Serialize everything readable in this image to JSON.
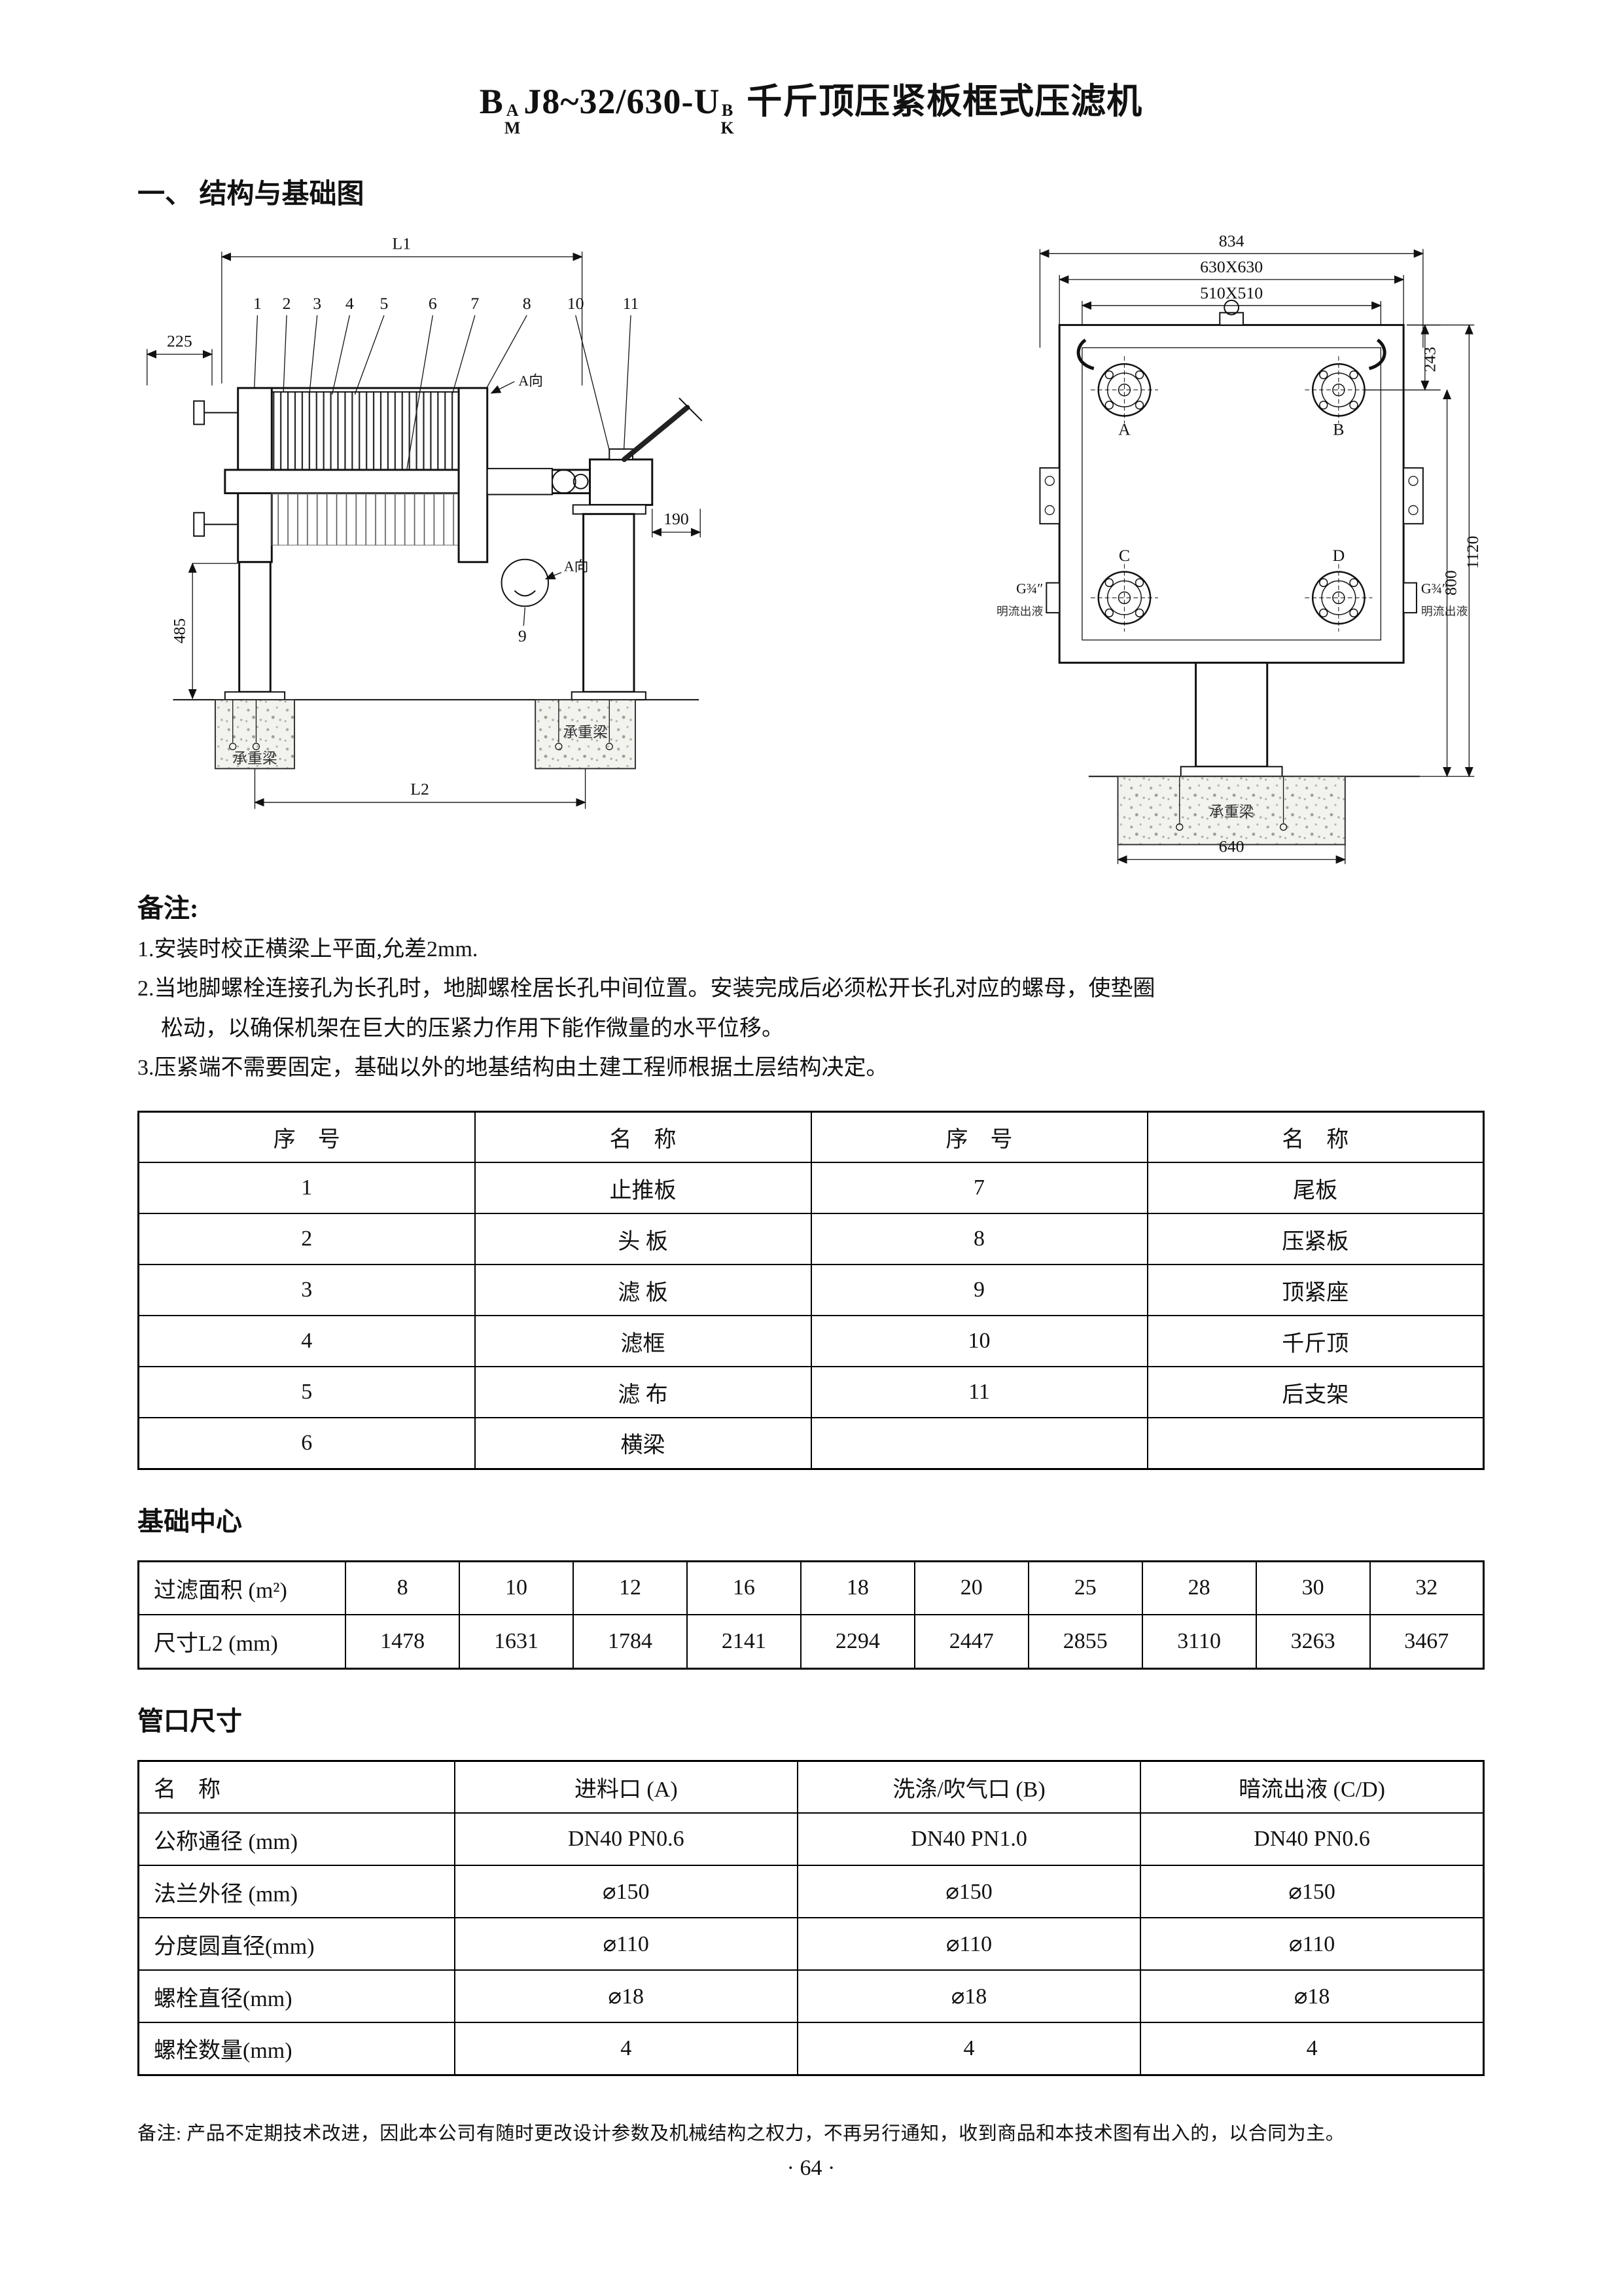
{
  "title": {
    "b": "B",
    "sup1": "A",
    "sub1": "M",
    "mid": "J8~32/630-U",
    "sup2": "B",
    "sub2": "K",
    "cn": " 千斤顶压紧板框式压滤机"
  },
  "section1": "一、 结构与基础图",
  "diagram_left": {
    "dim_l1": "L1",
    "dim_225": "225",
    "callouts": [
      "1",
      "2",
      "3",
      "4",
      "5",
      "6",
      "7",
      "8",
      "10",
      "11"
    ],
    "a_dir_1": "A向",
    "a_dir_2": "A向",
    "dim_190": "190",
    "callout_9": "9",
    "dim_485": "485",
    "beam_left": "承重梁",
    "beam_right": "承重梁",
    "dim_l2": "L2"
  },
  "diagram_right": {
    "dim_834": "834",
    "dim_630": "630X630",
    "dim_510": "510X510",
    "flange_a": "A",
    "flange_b": "B",
    "flange_c": "C",
    "flange_d": "D",
    "dim_243": "243",
    "dim_800": "800",
    "dim_1120": "1120",
    "g_left": "G¾″",
    "g_right": "G¾″",
    "outflow_left": "明流出液",
    "outflow_right": "明流出液",
    "beam": "承重梁",
    "dim_640": "640"
  },
  "notes": {
    "heading": "备注:",
    "line1": "1.安装时校正横梁上平面,允差2mm.",
    "line2": "2.当地脚螺栓连接孔为长孔时，地脚螺栓居长孔中间位置。安装完成后必须松开长孔对应的螺母，使垫圈",
    "line3": "松动，以确保机架在巨大的压紧力作用下能作微量的水平位移。",
    "line4": "3.压紧端不需要固定，基础以外的地基结构由土建工程师根据土层结构决定。"
  },
  "parts_table": {
    "headers": [
      "序　号",
      "名　称",
      "序　号",
      "名　称"
    ],
    "rows": [
      [
        "1",
        "止推板",
        "7",
        "尾板"
      ],
      [
        "2",
        "头 板",
        "8",
        "压紧板"
      ],
      [
        "3",
        "滤 板",
        "9",
        "顶紧座"
      ],
      [
        "4",
        "滤框",
        "10",
        "千斤顶"
      ],
      [
        "5",
        "滤 布",
        "11",
        "后支架"
      ],
      [
        "6",
        "横梁",
        "",
        ""
      ]
    ]
  },
  "foundation": {
    "heading": "基础中心",
    "row1": [
      "过滤面积 (m²)",
      "8",
      "10",
      "12",
      "16",
      "18",
      "20",
      "25",
      "28",
      "30",
      "32"
    ],
    "row2": [
      "尺寸L2 (mm)",
      "1478",
      "1631",
      "1784",
      "2141",
      "2294",
      "2447",
      "2855",
      "3110",
      "3263",
      "3467"
    ]
  },
  "pipe": {
    "heading": "管口尺寸",
    "headers": [
      "名　称",
      "进料口 (A)",
      "洗涤/吹气口 (B)",
      "暗流出液 (C/D)"
    ],
    "rows": [
      [
        "公称通径 (mm)",
        "DN40  PN0.6",
        "DN40  PN1.0",
        "DN40  PN0.6"
      ],
      [
        "法兰外径 (mm)",
        "⌀150",
        "⌀150",
        "⌀150"
      ],
      [
        "分度圆直径(mm)",
        "⌀110",
        "⌀110",
        "⌀110"
      ],
      [
        "螺栓直径(mm)",
        "⌀18",
        "⌀18",
        "⌀18"
      ],
      [
        "螺栓数量(mm)",
        "4",
        "4",
        "4"
      ]
    ]
  },
  "footer": {
    "note": "备注: 产品不定期技术改进，因此本公司有随时更改设计参数及机械结构之权力，不再另行通知，收到商品和本技术图有出入的，以合同为主。",
    "page": "· 64 ·"
  }
}
